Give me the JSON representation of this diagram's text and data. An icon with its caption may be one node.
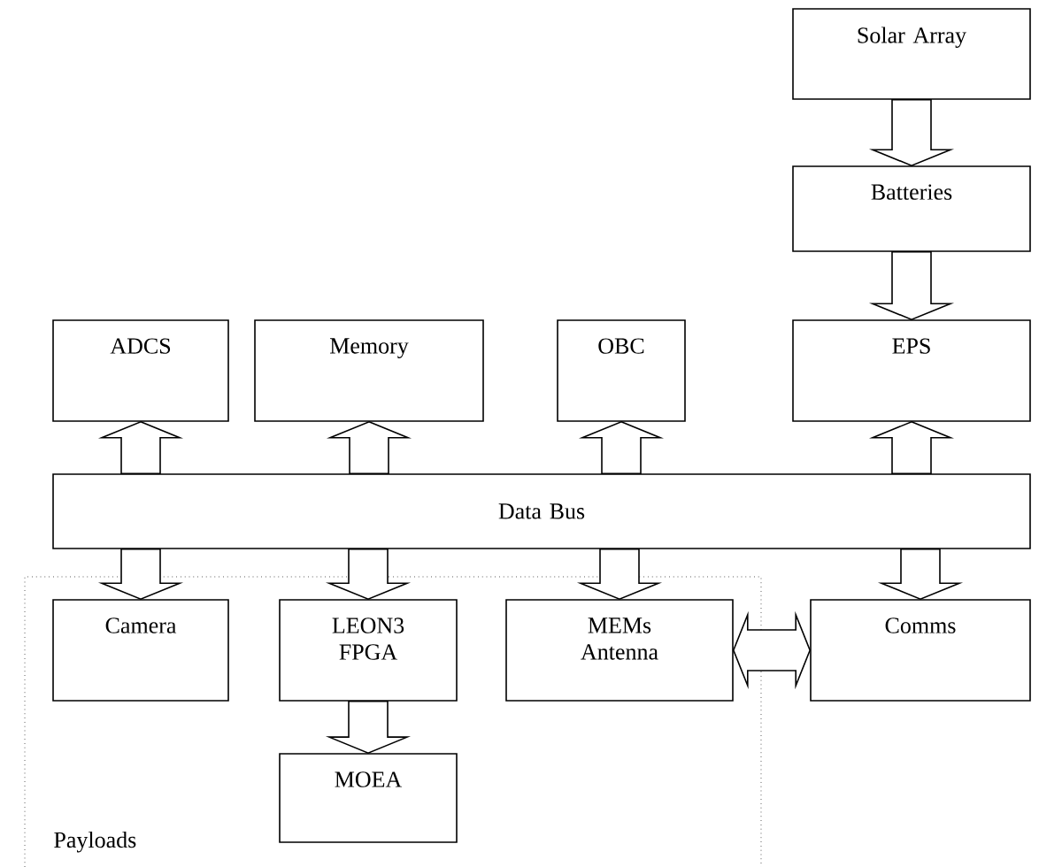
{
  "diagram": {
    "nodes": [
      {
        "text": [
          "Solar Array"
        ]
      },
      {
        "text": [
          "Batteries"
        ]
      },
      {
        "text": [
          "ADCS"
        ]
      },
      {
        "text": [
          "Memory"
        ]
      },
      {
        "text": [
          "OBC"
        ]
      },
      {
        "text": [
          "EPS"
        ]
      },
      {
        "text": [
          "Data Bus"
        ]
      },
      {
        "text": [
          "Payloads"
        ]
      },
      {
        "text": [
          "Camera"
        ],
        "in": 7
      },
      {
        "text": [
          "LEON3 FPGA"
        ],
        "in": 7
      },
      {
        "text": [
          "MEMs Antenna"
        ],
        "in": 7
      },
      {
        "text": [
          "Comms"
        ]
      },
      {
        "text": [
          "MOEA"
        ],
        "in": 7
      }
    ],
    "edges": [
      {
        "from": 0,
        "to": 1,
        "arrow": "to"
      },
      {
        "from": 1,
        "to": 5,
        "arrow": "to"
      },
      {
        "from": 6,
        "to": 2,
        "arrow": "to"
      },
      {
        "from": 6,
        "to": 3,
        "arrow": "to"
      },
      {
        "from": 6,
        "to": 4,
        "arrow": "to"
      },
      {
        "from": 6,
        "to": 5,
        "arrow": "to"
      },
      {
        "from": 6,
        "to": 8,
        "arrow": "to"
      },
      {
        "from": 6,
        "to": 9,
        "arrow": "to"
      },
      {
        "from": 6,
        "to": 10,
        "arrow": "to"
      },
      {
        "from": 6,
        "to": 11,
        "arrow": "to"
      },
      {
        "from": 9,
        "to": 12,
        "arrow": "to"
      },
      {
        "from": 10,
        "to": 11,
        "arrow": "both"
      }
    ]
  }
}
